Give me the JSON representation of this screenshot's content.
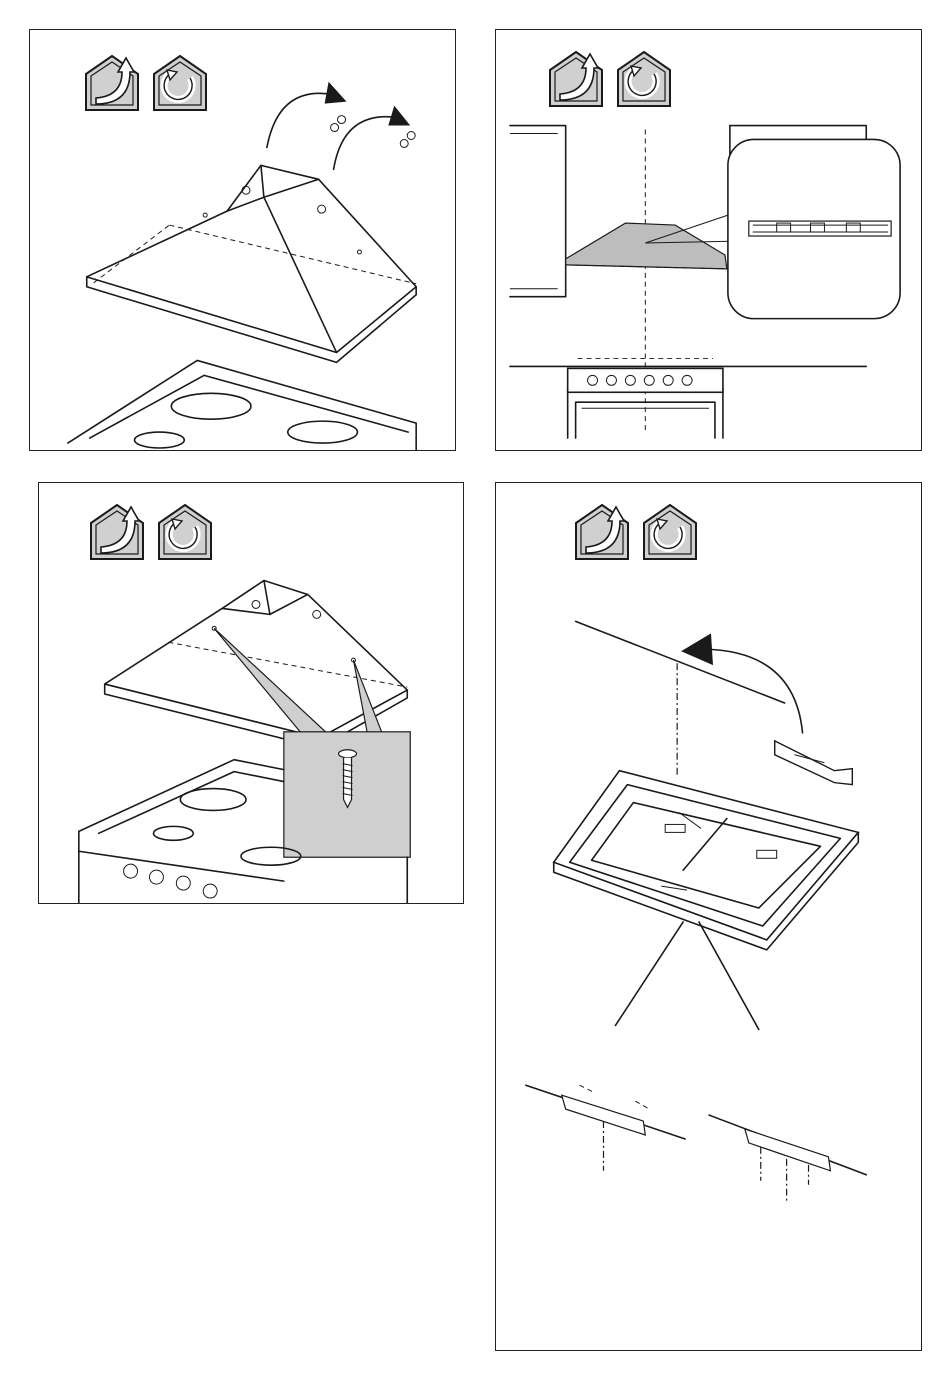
{
  "panels": [
    {
      "id": "step-1",
      "icons": [
        "ducted-extraction-icon",
        "recirculation-icon"
      ],
      "caption": ""
    },
    {
      "id": "step-2",
      "icons": [
        "ducted-extraction-icon",
        "recirculation-icon"
      ],
      "caption": ""
    },
    {
      "id": "step-3",
      "icons": [
        "ducted-extraction-icon",
        "recirculation-icon"
      ],
      "caption": ""
    },
    {
      "id": "step-4",
      "icons": [
        "ducted-extraction-icon",
        "recirculation-icon"
      ],
      "caption": ""
    }
  ],
  "colors": {
    "line": "#1a1a1a",
    "icon_fill": "#d0d0d0",
    "callout_fill": "#c8c8c8",
    "background": "#ffffff"
  }
}
